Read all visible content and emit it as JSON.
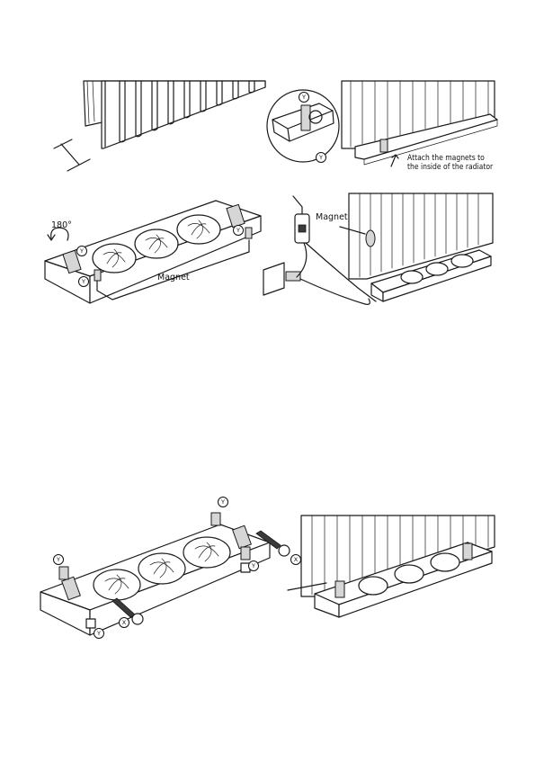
{
  "figure2": {
    "callout_line1": "Attach the magnets to",
    "callout_line2": "the inside of the radiator",
    "badge_y": "Y"
  },
  "figure3": {
    "rotation_label": "180°",
    "magnet_label": "Magnet",
    "badge_y": "Y"
  },
  "figure4": {
    "magnet_label": "Magnet"
  },
  "figure5": {
    "badge_x": "X",
    "badge_y": "Y"
  }
}
